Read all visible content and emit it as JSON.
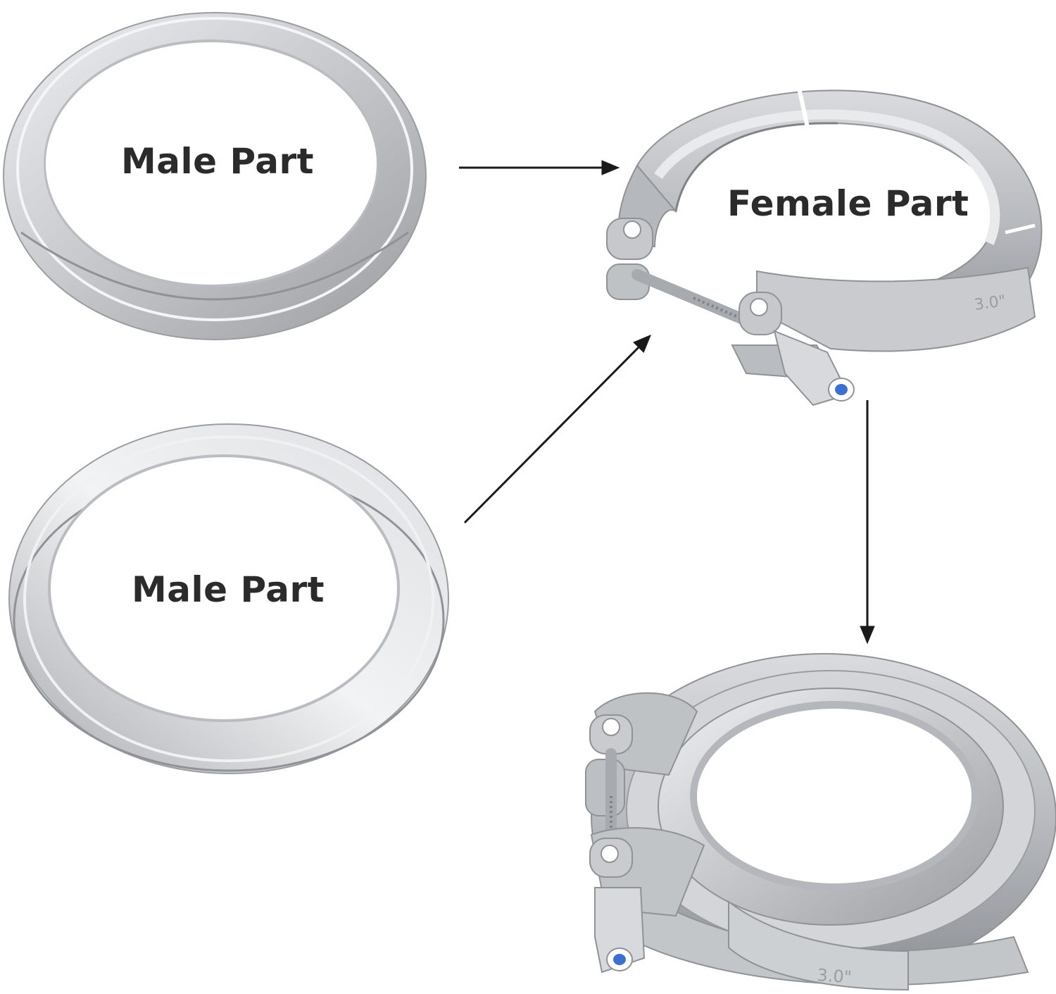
{
  "labels": {
    "male_part_top": "Male Part",
    "female_part": "Female Part",
    "male_part_bottom": "Male Part",
    "clamp_size_top": "3.0\"",
    "clamp_size_bottom": "3.0\""
  },
  "colors": {
    "background": "#ffffff",
    "steel_light": "#e6e7e9",
    "steel_mid": "#c4c6c9",
    "steel_dark": "#8f9296",
    "arrow": "#1a1a1a",
    "text": "#2b2b2b",
    "nut_insert": "#3c6fd0"
  }
}
